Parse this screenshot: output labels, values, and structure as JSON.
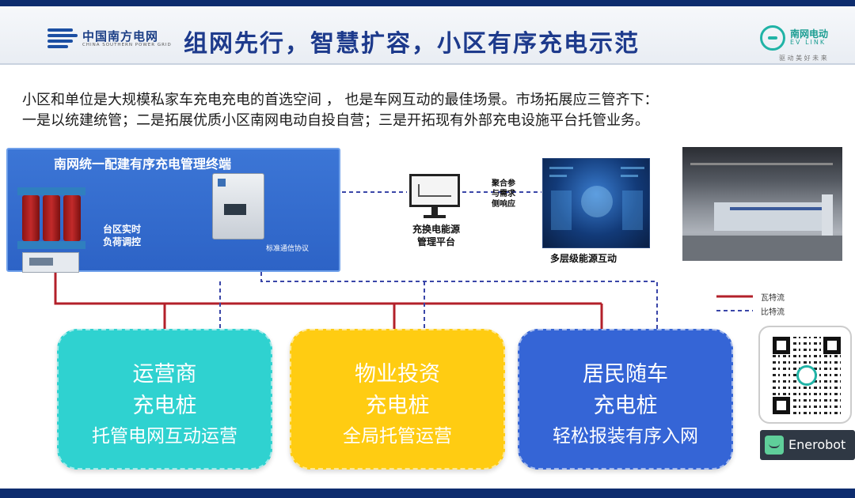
{
  "header": {
    "company_cn": "中国南方电网",
    "company_en": "CHINA SOUTHERN POWER GRID",
    "title": "组网先行，智慧扩容，小区有序充电示范",
    "right_logo_name": "南网电动",
    "right_logo_en": "EV LINK",
    "right_logo_slogan": "驱 动 美 好 未 来"
  },
  "description": {
    "line1": "小区和单位是大规模私家车充电充电的首选空间 ， 也是车网互动的最佳场景。市场拓展应三管齐下：",
    "line2": "一是以统建统管；二是拓展优质小区南网电动自投自营；三是开拓现有外部充电设施平台托管业务。"
  },
  "diagram": {
    "panel_title": "南网统一配建有序充电管理终端",
    "left_label_1": "台区实时",
    "left_label_2": "负荷调控",
    "protocol_label": "标准通信协议",
    "platform_label_1": "充换电能源",
    "platform_label_2": "管理平台",
    "agg_label_1": "聚合参",
    "agg_label_2": "与需求",
    "agg_label_3": "侧响应",
    "dashboard_label": "多层级能源互动"
  },
  "legend": {
    "power_flow": "瓦特流",
    "data_flow": "比特流",
    "power_color": "#b3202a",
    "data_color": "#3a46a8"
  },
  "boxes": {
    "operator": {
      "l1": "运营商",
      "l2": "充电桩",
      "l3": "托管电网互动运营",
      "color": "#2fd2d0"
    },
    "property": {
      "l1": "物业投资",
      "l2": "充电桩",
      "l3": "全局托管运营",
      "color": "#ffcc12"
    },
    "resident": {
      "l1": "居民随车",
      "l2": "充电桩",
      "l3": "轻松报装有序入网",
      "color": "#3565d6"
    }
  },
  "brand": {
    "name": "Enerobot"
  }
}
